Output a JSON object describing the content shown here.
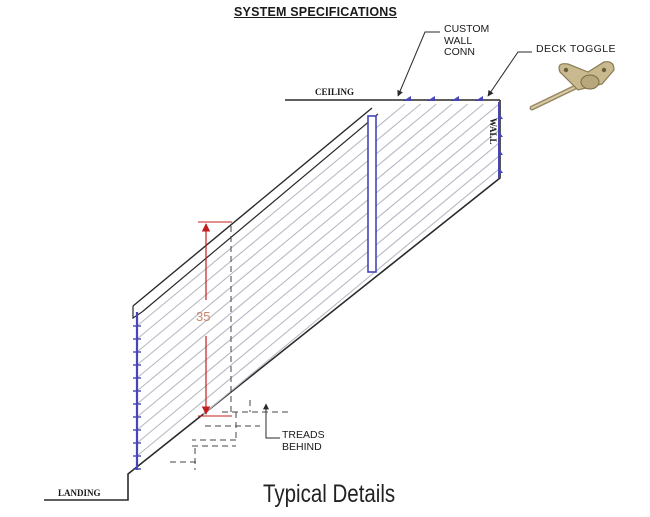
{
  "diagram": {
    "title": "SYSTEM SPECIFICATIONS",
    "caption": "Typical Details",
    "labels": {
      "custom_wall_conn": "CUSTOM\nWALL\nCONN",
      "deck_toggle": "DECK TOGGLE",
      "ceiling": "CEILING",
      "wall": "WALL",
      "landing": "LANDING",
      "treads_behind": "TREADS\nBEHIND",
      "height_dimension": "35"
    },
    "colors": {
      "line": "#2a2a2a",
      "cable": "#b9b9c6",
      "post": "#4646b8",
      "dimension": "#c21e1e",
      "dimension_text": "#c8866b",
      "dashed": "#444444"
    }
  }
}
